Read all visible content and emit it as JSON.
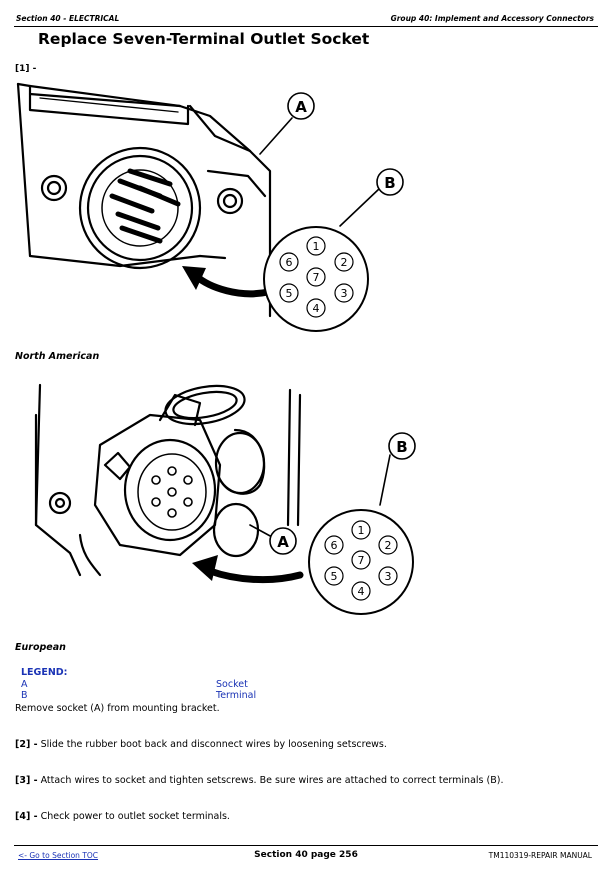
{
  "header": {
    "section": "Section 40 - ELECTRICAL",
    "group": "Group 40: Implement and Accessory Connectors"
  },
  "title": "Replace Seven-Terminal Outlet Socket",
  "step1_label": "[1] -",
  "figure1": {
    "caption": "North American",
    "callout_a": "A",
    "callout_b": "B",
    "terminals": [
      "1",
      "2",
      "3",
      "4",
      "5",
      "6",
      "7"
    ]
  },
  "figure2": {
    "caption": "European",
    "callout_a": "A",
    "callout_b": "B",
    "terminals": [
      "1",
      "2",
      "3",
      "4",
      "5",
      "6",
      "7"
    ]
  },
  "legend": {
    "title": "LEGEND:",
    "items": [
      {
        "key": "A",
        "value": "Socket"
      },
      {
        "key": "B",
        "value": "Terminal"
      }
    ]
  },
  "steps": [
    {
      "label": "",
      "text": "Remove socket (A) from mounting bracket."
    },
    {
      "label": "[2] -",
      "text": "Slide the rubber boot back and disconnect wires by loosening setscrews."
    },
    {
      "label": "[3] -",
      "text": "Attach wires to socket and tighten setscrews. Be sure wires are attached to correct terminals (B)."
    },
    {
      "label": "[4] -",
      "text": "Check power to outlet socket terminals."
    }
  ],
  "footer": {
    "toc_link": "<- Go to Section TOC",
    "page": "Section 40 page 256",
    "manual": "TM110319-REPAIR MANUAL"
  }
}
